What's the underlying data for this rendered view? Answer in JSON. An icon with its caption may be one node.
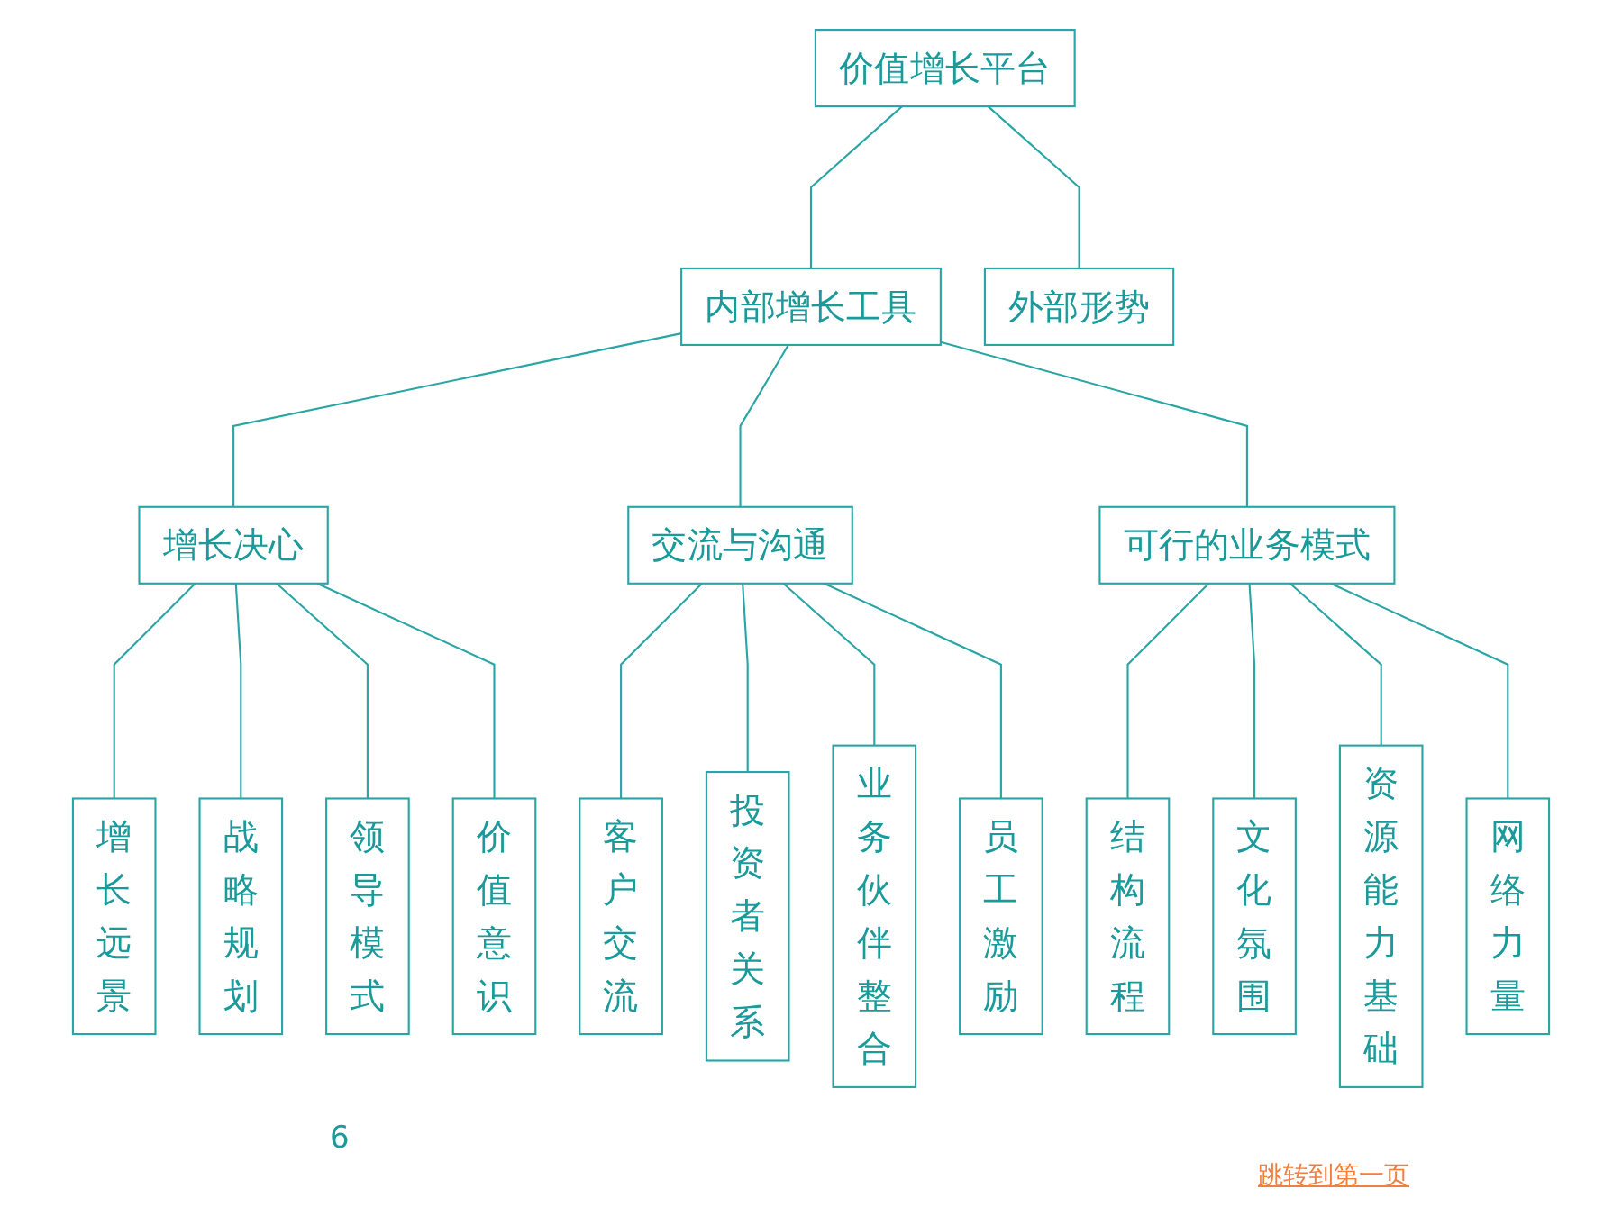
{
  "diagram": {
    "nodes": [
      {
        "text": [
          "价值增长平台"
        ]
      },
      {
        "text": [
          "外部形势"
        ]
      },
      {
        "text": [
          "内部增长工具"
        ]
      },
      {
        "text": [
          "增长决心"
        ]
      },
      {
        "text": [
          "交流与沟通"
        ]
      },
      {
        "text": [
          "可行的业务模式"
        ]
      },
      {
        "text": [
          "增长远景"
        ]
      },
      {
        "text": [
          "战略规划"
        ]
      },
      {
        "text": [
          "领导模式"
        ]
      },
      {
        "text": [
          "价值意识"
        ]
      },
      {
        "text": [
          "客户交流"
        ]
      },
      {
        "text": [
          "投资者关系"
        ]
      },
      {
        "text": [
          "业务伙伴整合"
        ]
      },
      {
        "text": [
          "员工激励"
        ]
      },
      {
        "text": [
          "结构流程"
        ]
      },
      {
        "text": [
          "文化氛围"
        ]
      },
      {
        "text": [
          "资源能力基础"
        ]
      },
      {
        "text": [
          "网络力量"
        ]
      }
    ],
    "edges": [
      {
        "from": 0,
        "to": 1,
        "arrow": "none"
      },
      {
        "from": 0,
        "to": 2,
        "arrow": "none"
      },
      {
        "from": 2,
        "to": 3,
        "arrow": "none"
      },
      {
        "from": 2,
        "to": 4,
        "arrow": "none"
      },
      {
        "from": 2,
        "to": 5,
        "arrow": "none"
      },
      {
        "from": 3,
        "to": 6,
        "arrow": "none"
      },
      {
        "from": 3,
        "to": 7,
        "arrow": "none"
      },
      {
        "from": 3,
        "to": 8,
        "arrow": "none"
      },
      {
        "from": 3,
        "to": 9,
        "arrow": "none"
      },
      {
        "from": 4,
        "to": 10,
        "arrow": "none"
      },
      {
        "from": 4,
        "to": 11,
        "arrow": "none"
      },
      {
        "from": 4,
        "to": 12,
        "arrow": "none"
      },
      {
        "from": 4,
        "to": 13,
        "arrow": "none"
      },
      {
        "from": 5,
        "to": 14,
        "arrow": "none"
      },
      {
        "from": 5,
        "to": 15,
        "arrow": "none"
      },
      {
        "from": 5,
        "to": 16,
        "arrow": "none"
      },
      {
        "from": 5,
        "to": 17,
        "arrow": "none"
      }
    ],
    "labels": [
      "6",
      "跳转到第一页"
    ]
  }
}
